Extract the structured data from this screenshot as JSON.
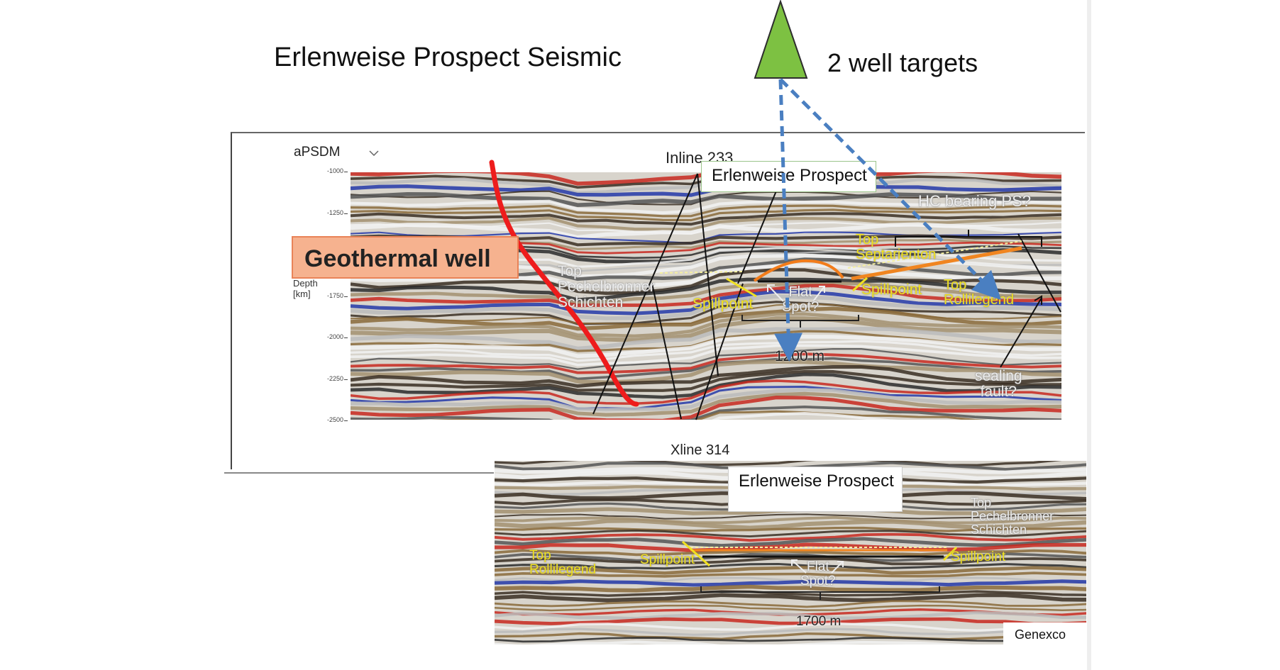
{
  "title": "Erlenweise Prospect Seismic",
  "targets_label": "2 well targets",
  "inline_panel": {
    "method": "aPSDM",
    "inline_label": "Inline 233",
    "depth_label_1": "Depth",
    "depth_label_2": "[km]",
    "depth_ticks": [
      "-1000",
      "-1250",
      "-1500",
      "-1750",
      "-2000",
      "-2250",
      "-2500"
    ],
    "prospect_box": "Erlenweise Prospect",
    "geothermal_well": "Geothermal well",
    "top_pechelbronner": [
      "Top",
      "Pechelbronner",
      "Schichten"
    ],
    "top_septarienton": [
      "Top",
      "Septarienton"
    ],
    "spillpoint_left": "Spillpoint",
    "spillpoint_right": "Spillpoint",
    "flat_spot": [
      "Flat",
      "Spot?"
    ],
    "top_rollilegend": [
      "Top",
      "Rollilegend"
    ],
    "hc_bearing": "HC bearing PS?",
    "distance": "1200 m",
    "sealing_fault": [
      "sealing",
      "fault?"
    ]
  },
  "xline_panel": {
    "xline_label": "Xline 314",
    "prospect_box": "Erlenweise Prospect",
    "top_rollilegend": [
      "Top",
      "Rollilegend"
    ],
    "spillpoint_left": "Spillpoint",
    "spillpoint_right": "Spillpoint",
    "flat_spot": [
      "Flat",
      "Spot?"
    ],
    "top_pechelbronner": [
      "Top",
      "Pechelbronner",
      "Schichten"
    ],
    "distance": "1700 m",
    "credit": "Genexco"
  },
  "colors": {
    "triangle_fill": "#7dc142",
    "arrow": "#4a7fc1",
    "fault_red": "#ee1c1c",
    "label_yellow": "#f0e020",
    "geothermal_fill": "#f6b28f"
  },
  "icons": [
    "well-triangle-icon"
  ]
}
